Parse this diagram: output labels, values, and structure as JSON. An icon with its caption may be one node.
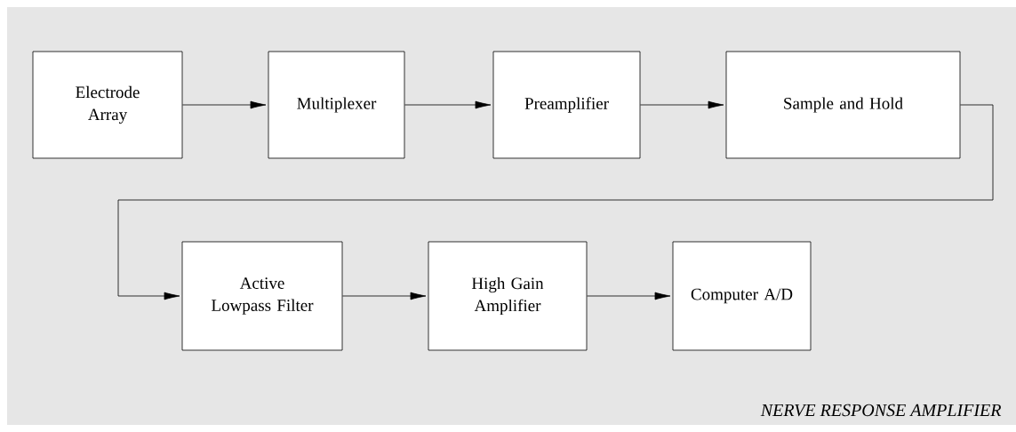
{
  "diagram": {
    "caption": "NERVE RESPONSE AMPLIFIER",
    "nodes": [
      {
        "text": [
          "Electrode Array"
        ]
      },
      {
        "text": [
          "Multiplexer"
        ]
      },
      {
        "text": [
          "Preamplifier"
        ]
      },
      {
        "text": [
          "Sample and Hold"
        ]
      },
      {
        "text": [
          "Active Lowpass Filter"
        ]
      },
      {
        "text": [
          "High Gain Amplifier"
        ]
      },
      {
        "text": [
          "Computer A/D"
        ]
      }
    ],
    "edges": [
      {
        "from": 0,
        "to": 1,
        "arrow": "to"
      },
      {
        "from": 1,
        "to": 2,
        "arrow": "to"
      },
      {
        "from": 2,
        "to": 3,
        "arrow": "to"
      },
      {
        "from": 3,
        "to": 4,
        "arrow": "to"
      },
      {
        "from": 4,
        "to": 5,
        "arrow": "to"
      },
      {
        "from": 5,
        "to": 6,
        "arrow": "to"
      }
    ]
  }
}
